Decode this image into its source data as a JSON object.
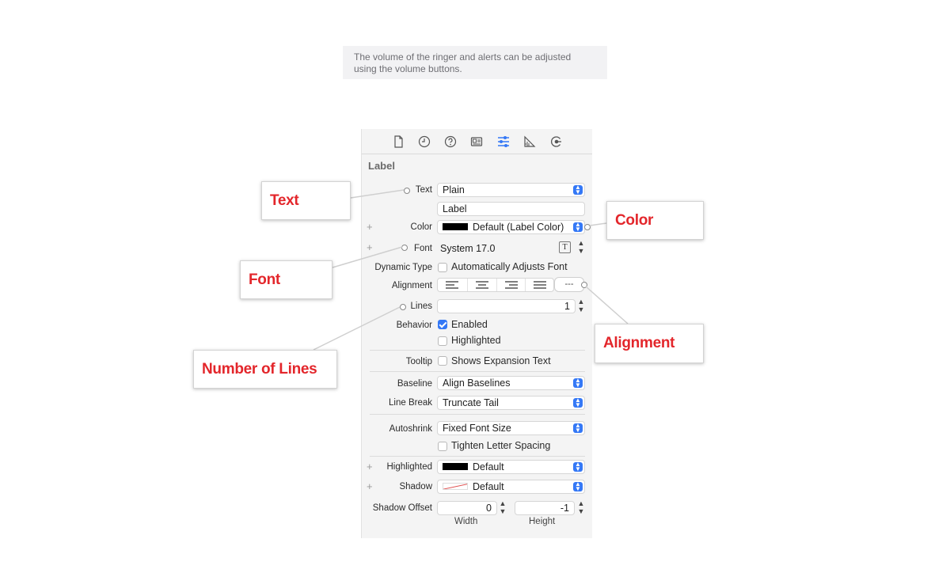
{
  "caption": "The volume of the ringer and alerts can be adjusted using the volume buttons.",
  "tabs": [
    {
      "name": "file-icon"
    },
    {
      "name": "history-icon"
    },
    {
      "name": "help-icon"
    },
    {
      "name": "identity-icon"
    },
    {
      "name": "attributes-icon"
    },
    {
      "name": "size-icon"
    },
    {
      "name": "connections-icon"
    }
  ],
  "accent": "#3478f6",
  "callout_color": "#e3262b",
  "section": "Label",
  "text": {
    "label": "Text",
    "value": "Plain",
    "content": "Label"
  },
  "color": {
    "label": "Color",
    "value": "Default (Label Color)"
  },
  "font": {
    "label": "Font",
    "value": "System 17.0"
  },
  "dynamic_type": {
    "label": "Dynamic Type",
    "option": "Automatically Adjusts Font",
    "checked": false
  },
  "alignment": {
    "label": "Alignment",
    "natural": "---"
  },
  "lines": {
    "label": "Lines",
    "value": "1"
  },
  "behavior": {
    "label": "Behavior",
    "enabled": "Enabled",
    "highlighted": "Highlighted"
  },
  "tooltip": {
    "label": "Tooltip",
    "option": "Shows Expansion Text"
  },
  "baseline": {
    "label": "Baseline",
    "value": "Align Baselines"
  },
  "line_break": {
    "label": "Line Break",
    "value": "Truncate Tail"
  },
  "autoshrink": {
    "label": "Autoshrink",
    "value": "Fixed Font Size",
    "tighten": "Tighten Letter Spacing"
  },
  "highlighted": {
    "label": "Highlighted",
    "value": "Default"
  },
  "shadow": {
    "label": "Shadow",
    "value": "Default"
  },
  "shadow_offset": {
    "label": "Shadow Offset",
    "width": "0",
    "height": "-1",
    "width_label": "Width",
    "height_label": "Height"
  },
  "plus": "+",
  "callouts": {
    "text": "Text",
    "font": "Font",
    "lines": "Number of Lines",
    "color": "Color",
    "alignment": "Alignment"
  }
}
